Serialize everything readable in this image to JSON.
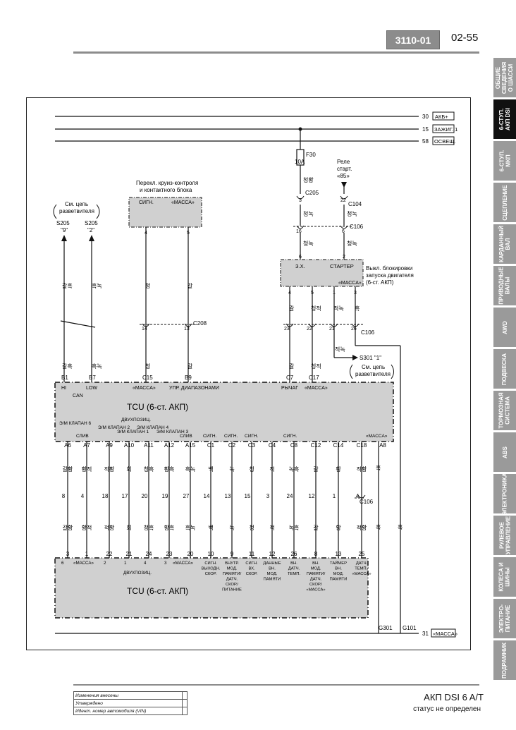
{
  "header": {
    "section": "3110-01",
    "page": "02-55"
  },
  "tabs": [
    {
      "label": "ОБЩИЕ\nСВЕДЕНИЯ\nО ШАССИ"
    },
    {
      "label": "6-СТУП.\nАКП DSI",
      "active": true
    },
    {
      "label": "6-СТУП.\nМКП"
    },
    {
      "label": "СЦЕПЛЕНИЕ"
    },
    {
      "label": "КАРДАННЫЙ\nВАЛ"
    },
    {
      "label": "ПРИВОДНЫЕ\nВАЛЫ"
    },
    {
      "label": "AWD"
    },
    {
      "label": "ПОДВЕСКА"
    },
    {
      "label": "ТОРМОЗНАЯ\nСИСТЕМА"
    },
    {
      "label": "ABS"
    },
    {
      "label": "ЭЛЕКТРОНИКА"
    },
    {
      "label": "РУЛЕВОЕ\nУПРАВЛЕНИЕ"
    },
    {
      "label": "КОЛЕСА И\nШИНЫ"
    },
    {
      "label": "ЭЛЕКТРО-\nПИТАНИЕ"
    },
    {
      "label": "ПОДРАМНИК"
    }
  ],
  "diagram": {
    "rails": [
      {
        "num": "30",
        "label": "АКБ+"
      },
      {
        "num": "15",
        "label": "ЗАЖИГ. 1"
      },
      {
        "num": "58",
        "label": "ОСВЕЩ."
      },
      {
        "num": "31",
        "label": "«МАССА»"
      }
    ],
    "fuse": {
      "name": "F30",
      "rating": "10A"
    },
    "relay": {
      "line1": "Реле",
      "line2": "старт.",
      "line3": "«85»"
    },
    "cruise": {
      "title1": "Перекл. круиз-контроля",
      "title2": "и контактного блока",
      "pin_sig": "СИГН.",
      "pin_gnd": "«МАССА»",
      "p4": "4",
      "p5": "5"
    },
    "inhibitor": {
      "title1": "Выкл. блокировки",
      "title2": "запуска двигателя",
      "title3": "(6-ст. АКП)",
      "pin_zh": "З.Х.",
      "pin_st": "СТАРТЕР",
      "pin_gnd": "«МАССА»",
      "p6": "6",
      "p2": "2",
      "p4": "4",
      "p5": "5",
      "p1": "1",
      "p3": "3"
    },
    "see_circuit": {
      "line1": "См. цепь",
      "line2": "разветвителя"
    },
    "s205a": {
      "name": "S205",
      "pin": "\"9\""
    },
    "s205b": {
      "name": "S205",
      "pin": "\"2\""
    },
    "s301": "S301 \"1\"",
    "connectors": {
      "c205": "C205",
      "c104": "C104",
      "c106": "C106",
      "c208": "C208",
      "c106b": "C106",
      "c106c": "C106"
    },
    "wire_colors": {
      "chunghwang": "청황",
      "chungnok": "청녹",
      "kalhuk": "갈흑",
      "huknok": "흑녹",
      "chung": "청",
      "kal": "갈",
      "kal2": "갈",
      "chungjeok": "청적",
      "jeoknok": "적녹",
      "huk": "흑"
    },
    "tcu_top": {
      "title": "TCU (6-ст. АКП)",
      "pins_top": [
        "B1",
        "B7",
        "C15",
        "B9",
        "C7",
        "C17"
      ],
      "labels_top": [
        "HI",
        "LOW",
        "CAN",
        "«МАССА»",
        "УПР. ДИАПАЗОНАМИ",
        "РЫЧАГ",
        "«МАССА»"
      ],
      "pins_bottom": [
        "A6",
        "A7",
        "A9",
        "A10",
        "A11",
        "A12",
        "A15",
        "C1",
        "C2",
        "C3",
        "C4",
        "C8",
        "C12",
        "C14",
        "C18",
        "A8"
      ],
      "labels_bottom": [
        "Э/М КЛАПАН 6",
        "СЛИВ",
        "ДВУХПОЗИЦ.",
        "Э/М КЛАПАН 2",
        "Э/М КЛАПАН 1",
        "Э/М КЛАПАН 4",
        "Э/М КЛАПАН 3",
        "СЛИВ",
        "СИГН.",
        "СИГН.",
        "СИГН.",
        "СИГН.",
        "«МАССА»"
      ]
    },
    "tcu_bottom": {
      "title": "TCU (6-ст. АКП)",
      "pins": [
        "3",
        "1",
        "22",
        "21",
        "24",
        "23",
        "20",
        "10",
        "9",
        "11",
        "12",
        "26",
        "8",
        "13",
        "25"
      ],
      "labels": [
        "6",
        "«МАССА»",
        "2",
        "1",
        "4",
        "3",
        "«МАССА»",
        "СИГН. ВЫХОДН. СКОР.",
        "ВНУТР. МОД. ПАМЯТИ/ ДАТЧ. СКОР./ ПИТАНИЕ",
        "СИГН. ВХ. СКОР.",
        "ДАННЫЕ ВН. МОД. ПАМЯТИ",
        "ВН. ДАТЧ. ТЕМП.",
        "ВН. МОД. ПАМЯТИ/ ДАТЧ. СКОР./ «МАССА»",
        "ТАЙМЕР ВН. МОД. ПАМЯТИ",
        "ДАТЧ. ТЕМП./ «МАССА»",
        "ДВУХПОЗИЦ."
      ]
    },
    "harness": {
      "colors": [
        "갈황",
        "황적",
        "적황",
        "회",
        "청흑",
        "황흑",
        "흑녹",
        "백",
        "녹",
        "청",
        "적",
        "녹흑",
        "갈",
        "황",
        "적황"
      ],
      "c106_pins": [
        "8",
        "4",
        "18",
        "17",
        "20",
        "19",
        "27",
        "14",
        "13",
        "15",
        "3",
        "24",
        "12",
        "1",
        "4"
      ]
    },
    "grounds": {
      "g301": "G301",
      "g101": "G101",
      "hukA": "흑",
      "hukB": "흑"
    },
    "c208_pins": [
      "14",
      "13"
    ],
    "c106_top": [
      "16",
      "6"
    ],
    "c205_pin": "3",
    "c104_pin": "22",
    "c106_mid": [
      "23",
      "22",
      "21",
      "26"
    ],
    "c106_mid_colors": [
      "갈",
      "청적",
      "적녹",
      "흑"
    ]
  },
  "footer": {
    "rows": [
      "Изменения внесены",
      "Утверждено",
      "Идент. номер автомобиля (VIN)"
    ],
    "model": "АКП DSI 6 A/T",
    "status": "статус не определен"
  }
}
